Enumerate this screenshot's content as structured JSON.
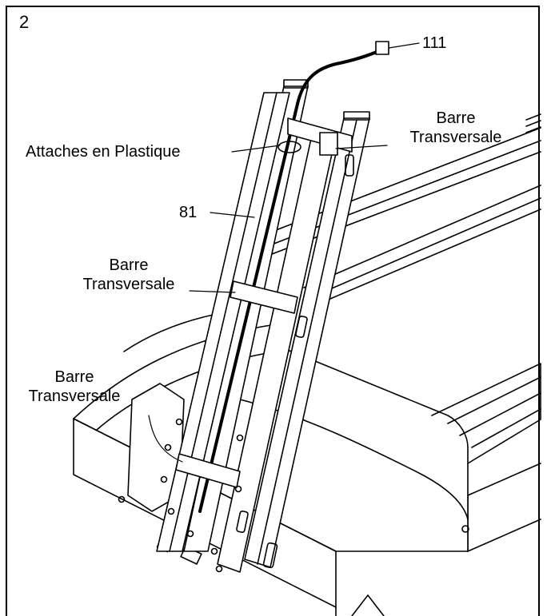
{
  "step_number": "2",
  "labels": {
    "part_111": "111",
    "part_81": "81",
    "plastic_ties": "Attaches en Plastique",
    "cross_bar_top": {
      "line1": "Barre",
      "line2": "Transversale"
    },
    "cross_bar_middle": {
      "line1": "Barre",
      "line2": "Transversale"
    },
    "cross_bar_bottom": {
      "line1": "Barre",
      "line2": "Transversale"
    }
  }
}
